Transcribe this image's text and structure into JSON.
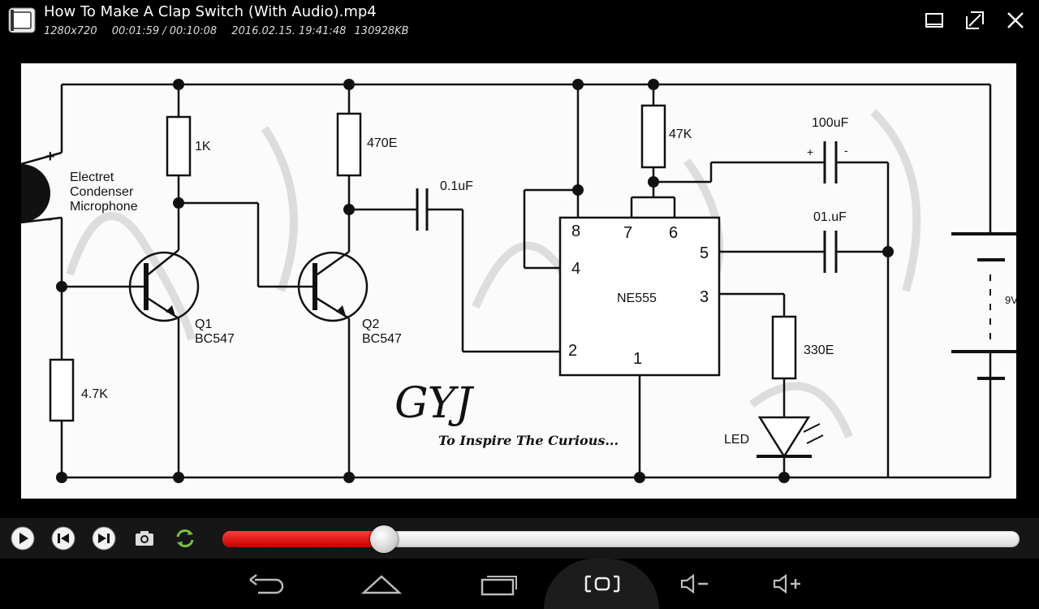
{
  "window": {
    "title": "How To Make A Clap Switch (With Audio).mp4",
    "resolution": "1280x720",
    "time": "00:01:59 / 00:10:08",
    "datetime": "2016.02.15. 19:41:48",
    "filesize": "130928KB",
    "icons": [
      "minimize-icon",
      "restore-icon",
      "close-icon"
    ]
  },
  "video_frame": {
    "labels": {
      "plus": "+",
      "minus": "-",
      "mic1": "Electret",
      "mic2": "Condenser",
      "mic3": "Microphone",
      "r1": "1K",
      "r2": "470E",
      "r3": "4.7K",
      "r4": "47K",
      "r5": "330E",
      "c1": "0.1uF",
      "c2": "100uF",
      "c3": "01.uF",
      "c2_plus": "+",
      "c2_minus": "-",
      "q1": "Q1",
      "q1_type": "BC547",
      "q2": "Q2",
      "q2_type": "BC547",
      "ic": "NE555",
      "pin8": "8",
      "pin7": "7",
      "pin6": "6",
      "pin4": "4",
      "pin5": "5",
      "pin3": "3",
      "pin2": "2",
      "pin1": "1",
      "led": "LED",
      "battery": "9V",
      "logo": "GYJ",
      "tagline": "To Inspire The Curious..."
    }
  },
  "controls": {
    "icons": [
      "play-icon",
      "previous-icon",
      "next-icon",
      "camera-icon",
      "repeat-icon"
    ],
    "progress": 0.203
  },
  "navbar": {
    "icons": [
      "back-icon",
      "home-icon",
      "recent-apps-icon",
      "screenshot-icon",
      "volume-down-icon",
      "volume-up-icon"
    ]
  },
  "colors": {
    "progress_fill": "#e01010",
    "repeat_icon": "#7ac142",
    "background": "#000000"
  }
}
